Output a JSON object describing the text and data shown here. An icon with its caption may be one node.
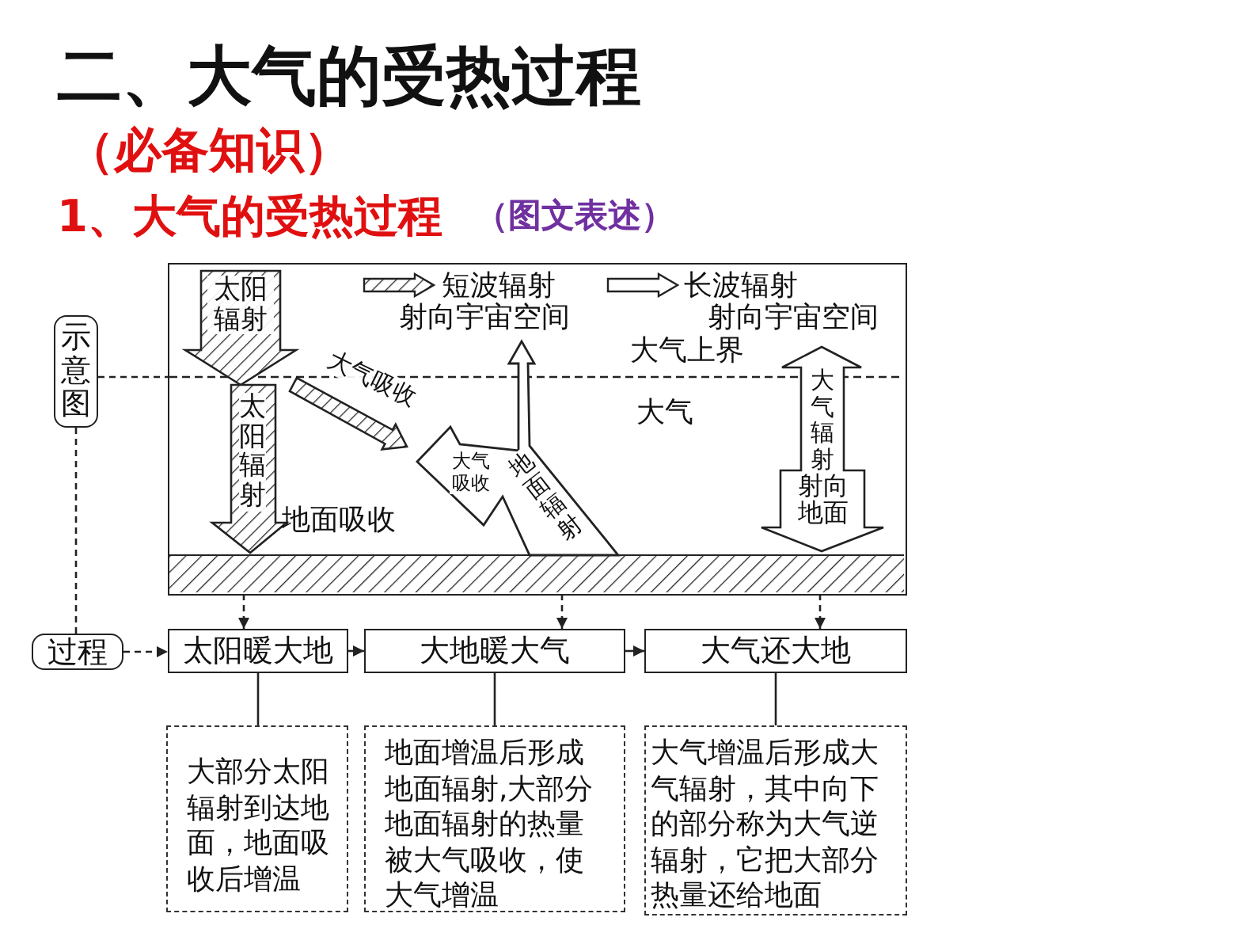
{
  "diagram": {
    "title": "二、大气的受热过程",
    "nodes": [
      {
        "text": [
          "示意图"
        ]
      },
      {
        "text": [
          "过程"
        ]
      },
      {
        "text": [],
        "shape": "box"
      },
      {
        "text": [
          "太阳辐射"
        ],
        "in": 2
      },
      {
        "text": [
          "太阳辐射"
        ],
        "in": 2
      },
      {
        "text": [
          "大气吸收"
        ],
        "in": 2
      },
      {
        "text": [
          "大气辐射",
          "射向地面"
        ],
        "in": 2
      },
      {
        "text": [],
        "shape": "bar",
        "in": 2
      },
      {
        "text": [
          "太阳暖大地"
        ]
      },
      {
        "text": [
          "大地暖大气"
        ]
      },
      {
        "text": [
          "大气还大地"
        ]
      },
      {
        "text": [
          "大部分太阳辐射到达地面，地面吸收后增温"
        ]
      },
      {
        "text": [
          "地面增温后形成地面辐射,大部分地面辐射的热量被大气吸收，使大气增温"
        ]
      },
      {
        "text": [
          "大气增温后形成大气辐射，其中向下的部分称为大气逆辐射，它把大部分热量还给地面"
        ]
      }
    ],
    "edges": [
      {
        "from": 0,
        "to": 2,
        "arrow": "none",
        "style": "dashed"
      },
      {
        "from": 0,
        "to": 1,
        "arrow": "none",
        "style": "dashed"
      },
      {
        "from": 1,
        "to": 8,
        "arrow": "to",
        "style": "dashed"
      },
      {
        "from": 7,
        "to": 8,
        "arrow": "to",
        "style": "dashed"
      },
      {
        "from": 7,
        "to": 9,
        "arrow": "to",
        "style": "dashed"
      },
      {
        "from": 7,
        "to": 10,
        "arrow": "to",
        "style": "dashed"
      },
      {
        "from": 8,
        "to": 9,
        "arrow": "to"
      },
      {
        "from": 9,
        "to": 10,
        "arrow": "to"
      },
      {
        "from": 8,
        "to": 11,
        "arrow": "none"
      },
      {
        "from": 9,
        "to": 12,
        "arrow": "none"
      },
      {
        "from": 10,
        "to": 13,
        "arrow": "none"
      },
      {
        "from": 7,
        "to": null,
        "arrow": "to",
        "label": "大气吸收",
        "style": "thick"
      },
      {
        "from": 7,
        "to": null,
        "arrow": "to",
        "label": "地面辐射",
        "style": "thick"
      }
    ],
    "labels": [
      "（必备知识）",
      "1、大气的受热过程",
      "（图文表述）",
      "射向宇宙空间",
      "射向宇宙空间",
      "大气上界",
      "大气",
      "地面吸收"
    ],
    "legend": [
      {
        "text": "短波辐射"
      },
      {
        "text": "长波辐射"
      }
    ]
  }
}
